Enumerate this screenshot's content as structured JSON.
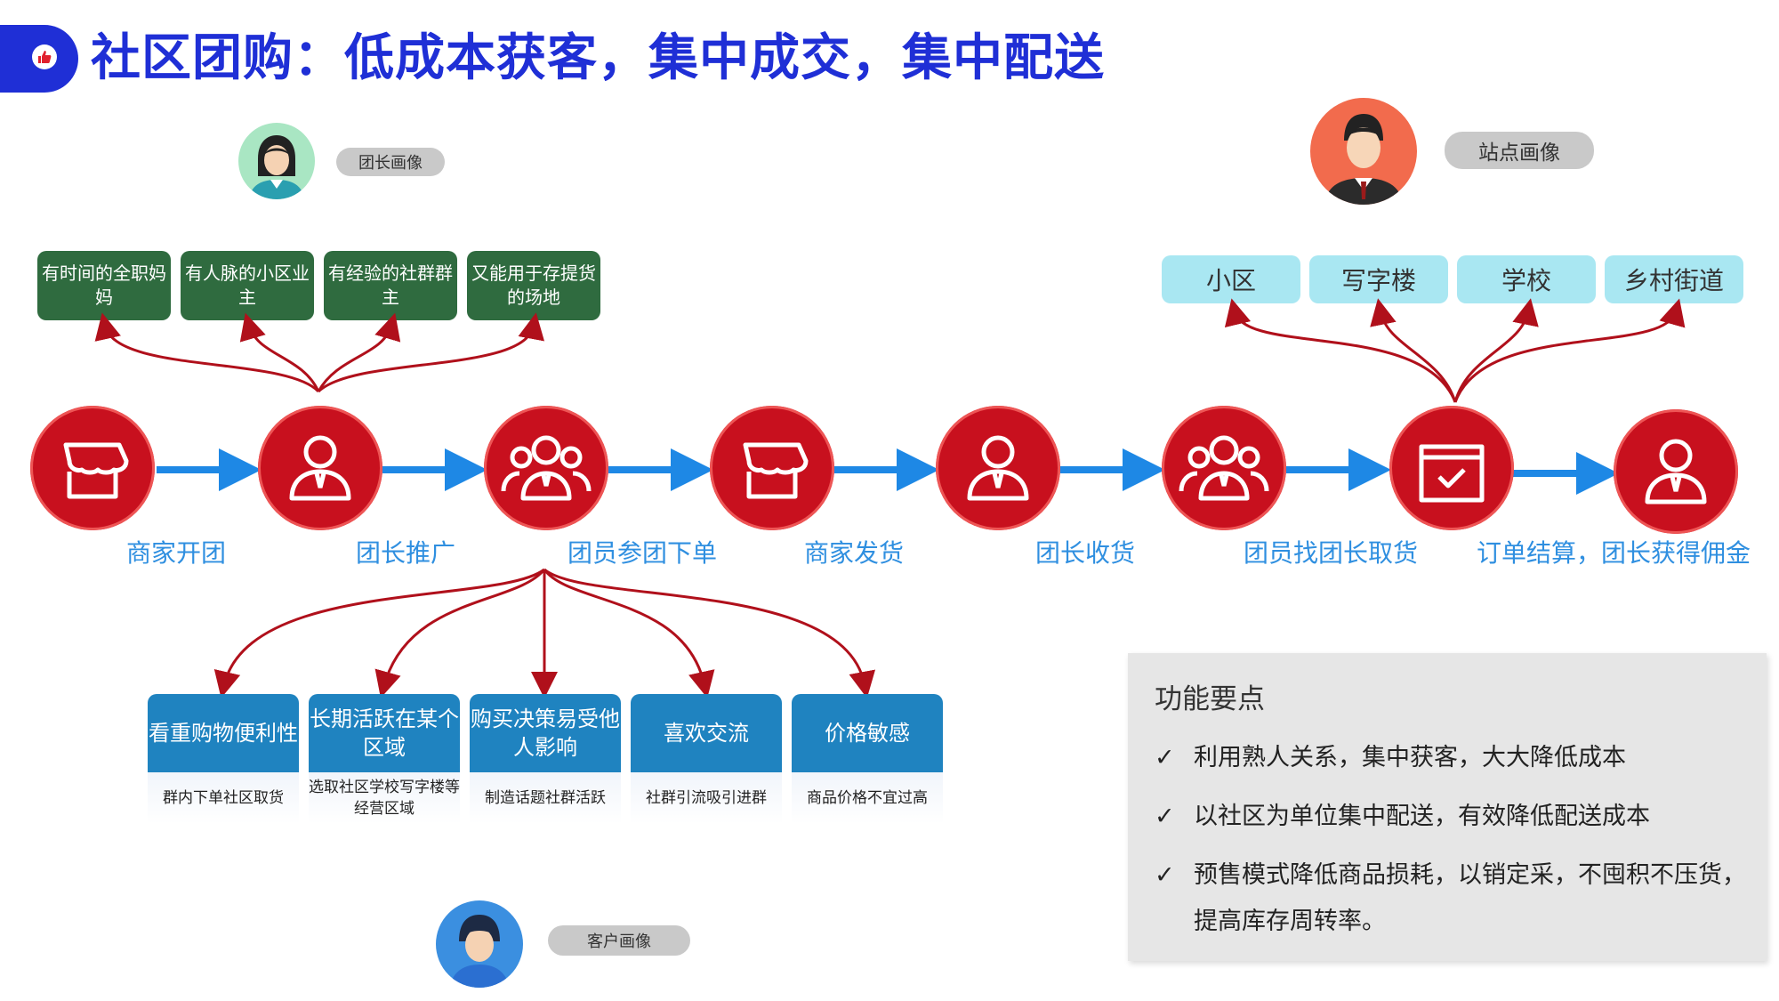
{
  "header": {
    "title": "社区团购：低成本获客，集中成交，集中配送",
    "icon": "thumbs-up-icon",
    "accent_color": "#1f2fd6"
  },
  "leader_profile": {
    "label": "团长画像",
    "traits": [
      "有时间的全职妈妈",
      "有人脉的小区业主",
      "有经验的社群群主",
      "又能用于存提货的场地"
    ]
  },
  "site_profile": {
    "label": "站点画像",
    "sites": [
      "小区",
      "写字楼",
      "学校",
      "乡村街道"
    ]
  },
  "customer_profile": {
    "label": "客户画像",
    "traits": [
      {
        "title": "看重购物便利性",
        "detail": "群内下单社区取货"
      },
      {
        "title": "长期活跃在某个区域",
        "detail": "选取社区学校写字楼等经营区域"
      },
      {
        "title": "购买决策易受他人影响",
        "detail": "制造话题社群活跃"
      },
      {
        "title": "喜欢交流",
        "detail": "社群引流吸引进群"
      },
      {
        "title": "价格敏感",
        "detail": "商品价格不宜过高"
      }
    ]
  },
  "flow": {
    "steps": [
      {
        "label": "商家开团",
        "icon": "store-icon"
      },
      {
        "label": "团长推广",
        "icon": "person-icon"
      },
      {
        "label": "团员参团下单",
        "icon": "group-icon"
      },
      {
        "label": "商家发货",
        "icon": "store-icon"
      },
      {
        "label": "团长收货",
        "icon": "person-icon"
      },
      {
        "label": "团员找团长取货",
        "icon": "group-icon"
      },
      {
        "label": "订单结算，团长获得佣金",
        "icon": "checkbox-icon"
      }
    ],
    "circle_color": "#c8101e",
    "arrow_color": "#1e88e5"
  },
  "features": {
    "title": "功能要点",
    "check": "✓",
    "items": [
      "利用熟人关系，集中获客，大大降低成本",
      "以社区为单位集中配送，有效降低配送成本",
      "预售模式降低商品损耗，以销定采，不囤积不压货，提高库存周转率。"
    ]
  }
}
